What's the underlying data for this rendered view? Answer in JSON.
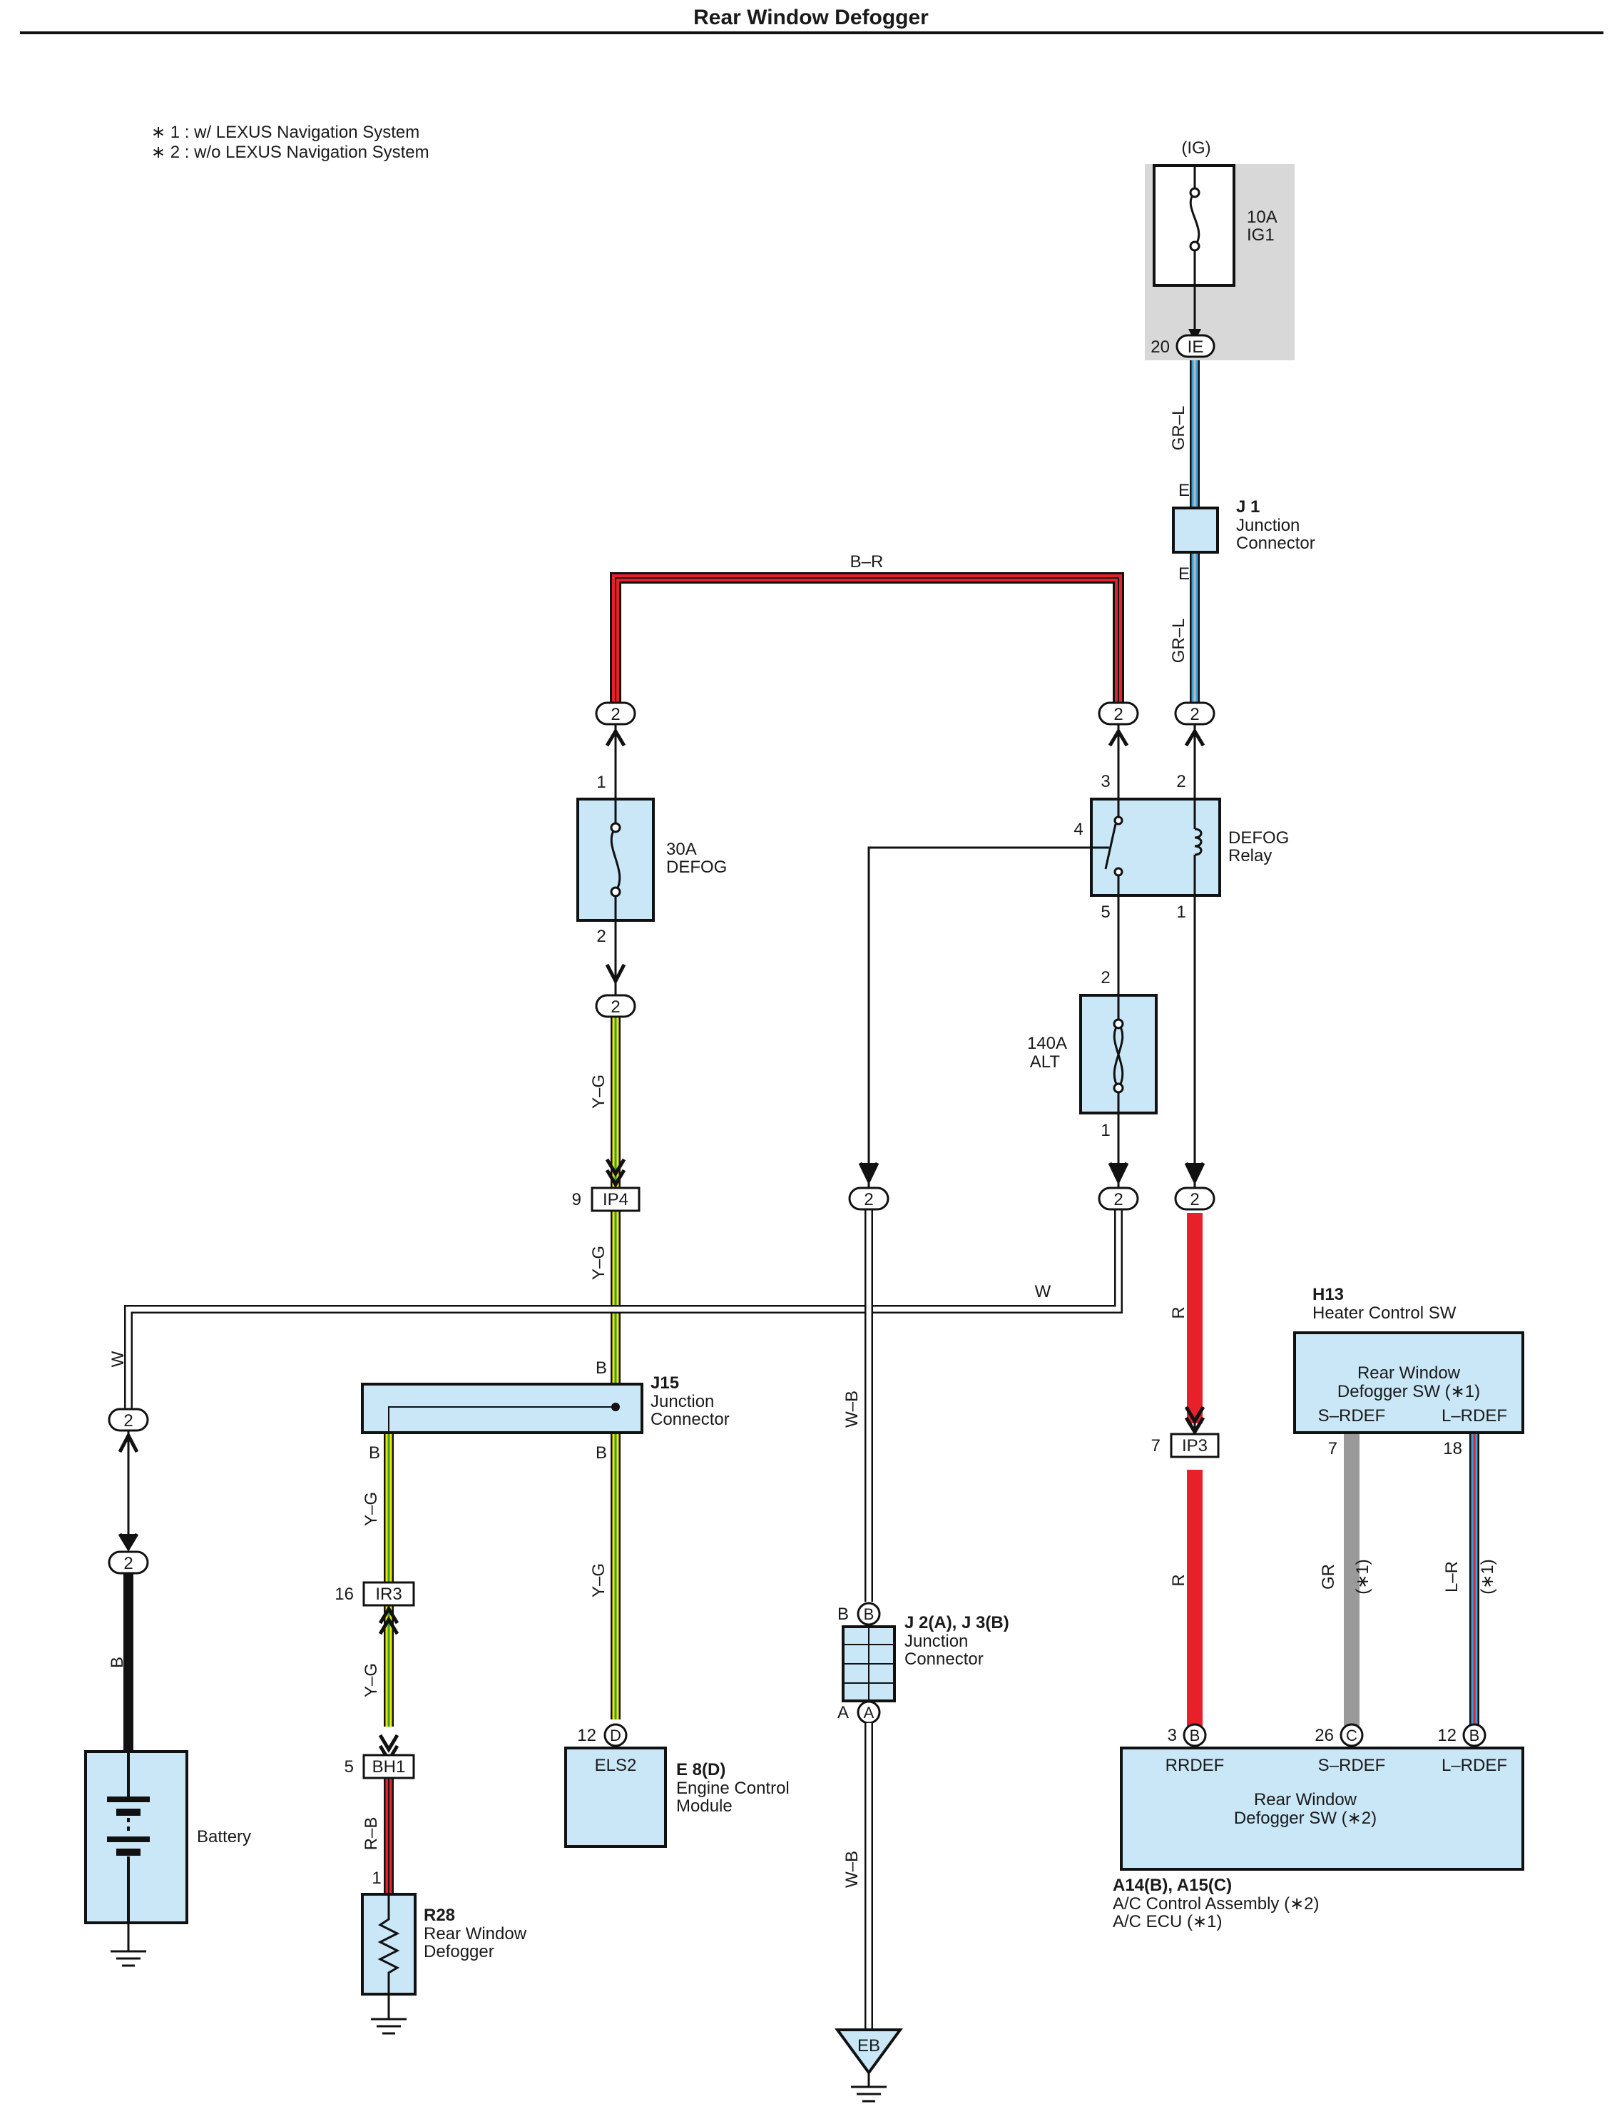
{
  "title": "Rear Window Defogger",
  "notes": [
    "∗ 1 : w/ LEXUS Navigation System",
    "∗ 2 : w/o LEXUS Navigation System"
  ],
  "ig": {
    "label": "(IG)",
    "fuse_rating": "10A",
    "fuse_name": "IG1",
    "conn_pin": "20",
    "conn_id": "IE"
  },
  "wires": {
    "gr_l": "GR–L",
    "b_r": "B–R",
    "y_g": "Y–G",
    "w": "W",
    "w_b": "W–B",
    "r": "R",
    "b": "B",
    "r_b": "R–B",
    "gr": "GR",
    "l_r": "L–R",
    "star1": "(∗1)"
  },
  "j1": {
    "id": "J 1",
    "name1": "Junction",
    "name2": "Connector",
    "pin": "E"
  },
  "fuse_defog": {
    "rating": "30A",
    "name": "DEFOG",
    "pin_in": "1",
    "pin_out": "2"
  },
  "relay": {
    "name1": "DEFOG",
    "name2": "Relay",
    "p1": "1",
    "p2": "2",
    "p3": "3",
    "p4": "4",
    "p5": "5"
  },
  "fuse_alt": {
    "rating": "140A",
    "name": "ALT",
    "pin_in": "2",
    "pin_out": "1"
  },
  "conn_2": "2",
  "ip4": {
    "pin": "9",
    "id": "IP4"
  },
  "ip3": {
    "pin": "7",
    "id": "IP3"
  },
  "ir3": {
    "pin": "16",
    "id": "IR3"
  },
  "bh1": {
    "pin": "5",
    "id": "BH1"
  },
  "j15": {
    "id": "J15",
    "name1": "Junction",
    "name2": "Connector",
    "pin": "B"
  },
  "j2": {
    "id": "J 2(A), J 3(B)",
    "name1": "Junction",
    "name2": "Connector",
    "pin_b": "B",
    "pin_a": "A"
  },
  "ecm": {
    "id": "E 8(D)",
    "name1": "Engine Control",
    "name2": "Module",
    "pin": "12",
    "pin_letter": "D",
    "terminal": "ELS2"
  },
  "battery": {
    "label": "Battery"
  },
  "r28": {
    "id": "R28",
    "name1": "Rear Window",
    "name2": "Defogger",
    "pin": "1"
  },
  "ground": {
    "label": "EB"
  },
  "h13": {
    "id": "H13",
    "name": "Heater Control SW",
    "sw1": "Rear Window",
    "sw2": "Defogger SW (∗1)",
    "t1": "S–RDEF",
    "t2": "L–RDEF",
    "pin7": "7",
    "pin18": "18"
  },
  "ac": {
    "t1": "RRDEF",
    "t2": "S–RDEF",
    "t3": "L–RDEF",
    "p3": "3",
    "p3l": "B",
    "p26": "26",
    "p26l": "C",
    "p12": "12",
    "p12l": "B",
    "sw1": "Rear Window",
    "sw2": "Defogger SW (∗2)",
    "id": "A14(B), A15(C)",
    "name1": "A/C Control Assembly (∗2)",
    "name2": "A/C ECU (∗1)"
  },
  "colors": {
    "panel": "#c9e7f7",
    "red": "#e8202a",
    "yellow": "#f2e600",
    "green": "#2ea043",
    "blue": "#3aa0dc",
    "gray": "#9a9a9a",
    "ig_box": "#d8d8d8"
  }
}
